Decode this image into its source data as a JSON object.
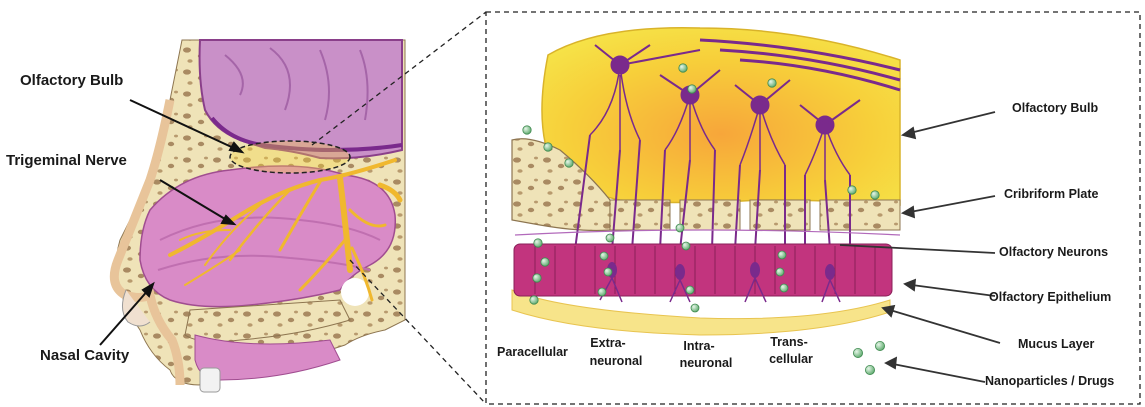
{
  "left_panel": {
    "labels": {
      "olfactory_bulb": "Olfactory Bulb",
      "trigeminal_nerve": "Trigeminal Nerve",
      "nasal_cavity": "Nasal Cavity"
    }
  },
  "right_panel": {
    "labels": {
      "olfactory_bulb": "Olfactory Bulb",
      "cribriform_plate": "Cribriform Plate",
      "olfactory_neurons": "Olfactory Neurons",
      "olfactory_epithelium": "Olfactory Epithelium",
      "mucus_layer": "Mucus Layer",
      "nanoparticles": "Nanoparticles / Drugs"
    },
    "pathways": {
      "paracellular": "Paracellular",
      "extraneuronal_1": "Extra-",
      "extraneuronal_2": "neuronal",
      "intraneuronal_1": "Intra-",
      "intraneuronal_2": "neuronal",
      "transcellular_1": "Trans-",
      "transcellular_2": "cellular"
    }
  },
  "colors": {
    "bulb_yellow": "#f6e23a",
    "bulb_orange": "#f7b23b",
    "neuron_purple": "#7a2a8c",
    "epithelium_magenta": "#c2347e",
    "mucus": "#f7e48a",
    "bone": "#efe3b8",
    "nerve": "#f0b82e",
    "cavity_pink": "#d98bc7",
    "brain": "#c990c8",
    "particle": "#7fbf8a"
  }
}
